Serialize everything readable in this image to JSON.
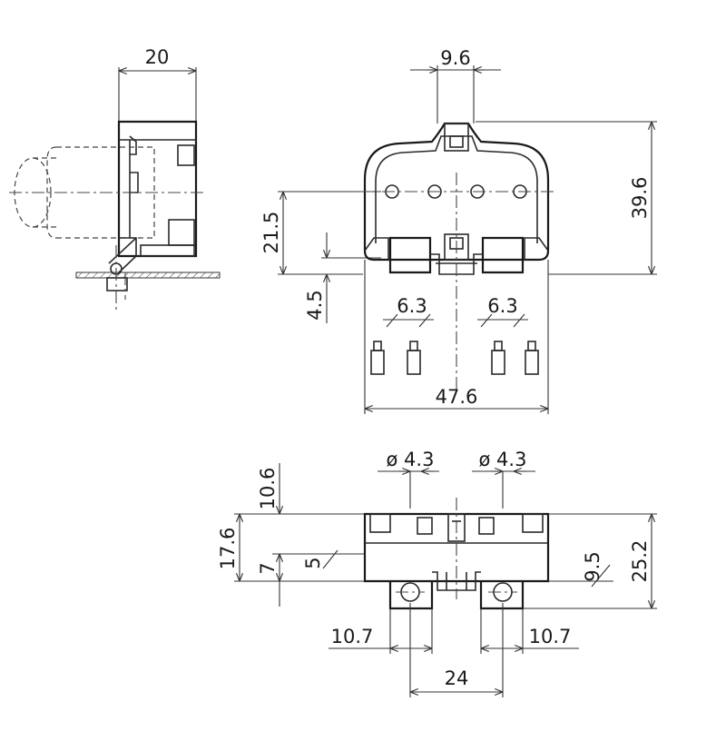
{
  "side_view": {
    "dim_width": "20"
  },
  "front_view": {
    "dim_top_width": "9.6",
    "dim_height": "39.6",
    "dim_pin_height": "21.5",
    "dim_base_offset": "4.5",
    "dim_pin_pitch_left": "6.3",
    "dim_pin_pitch_right": "6.3",
    "dim_total_width": "47.6"
  },
  "bottom_view": {
    "dim_hole_left": "ø 4.3",
    "dim_hole_right": "ø 4.3",
    "dim_10_6": "10.6",
    "dim_17_6": "17.6",
    "dim_7": "7",
    "dim_5": "5",
    "dim_9_5": "9.5",
    "dim_25_2": "25.2",
    "dim_10_7_left": "10.7",
    "dim_10_7_right": "10.7",
    "dim_24": "24"
  }
}
